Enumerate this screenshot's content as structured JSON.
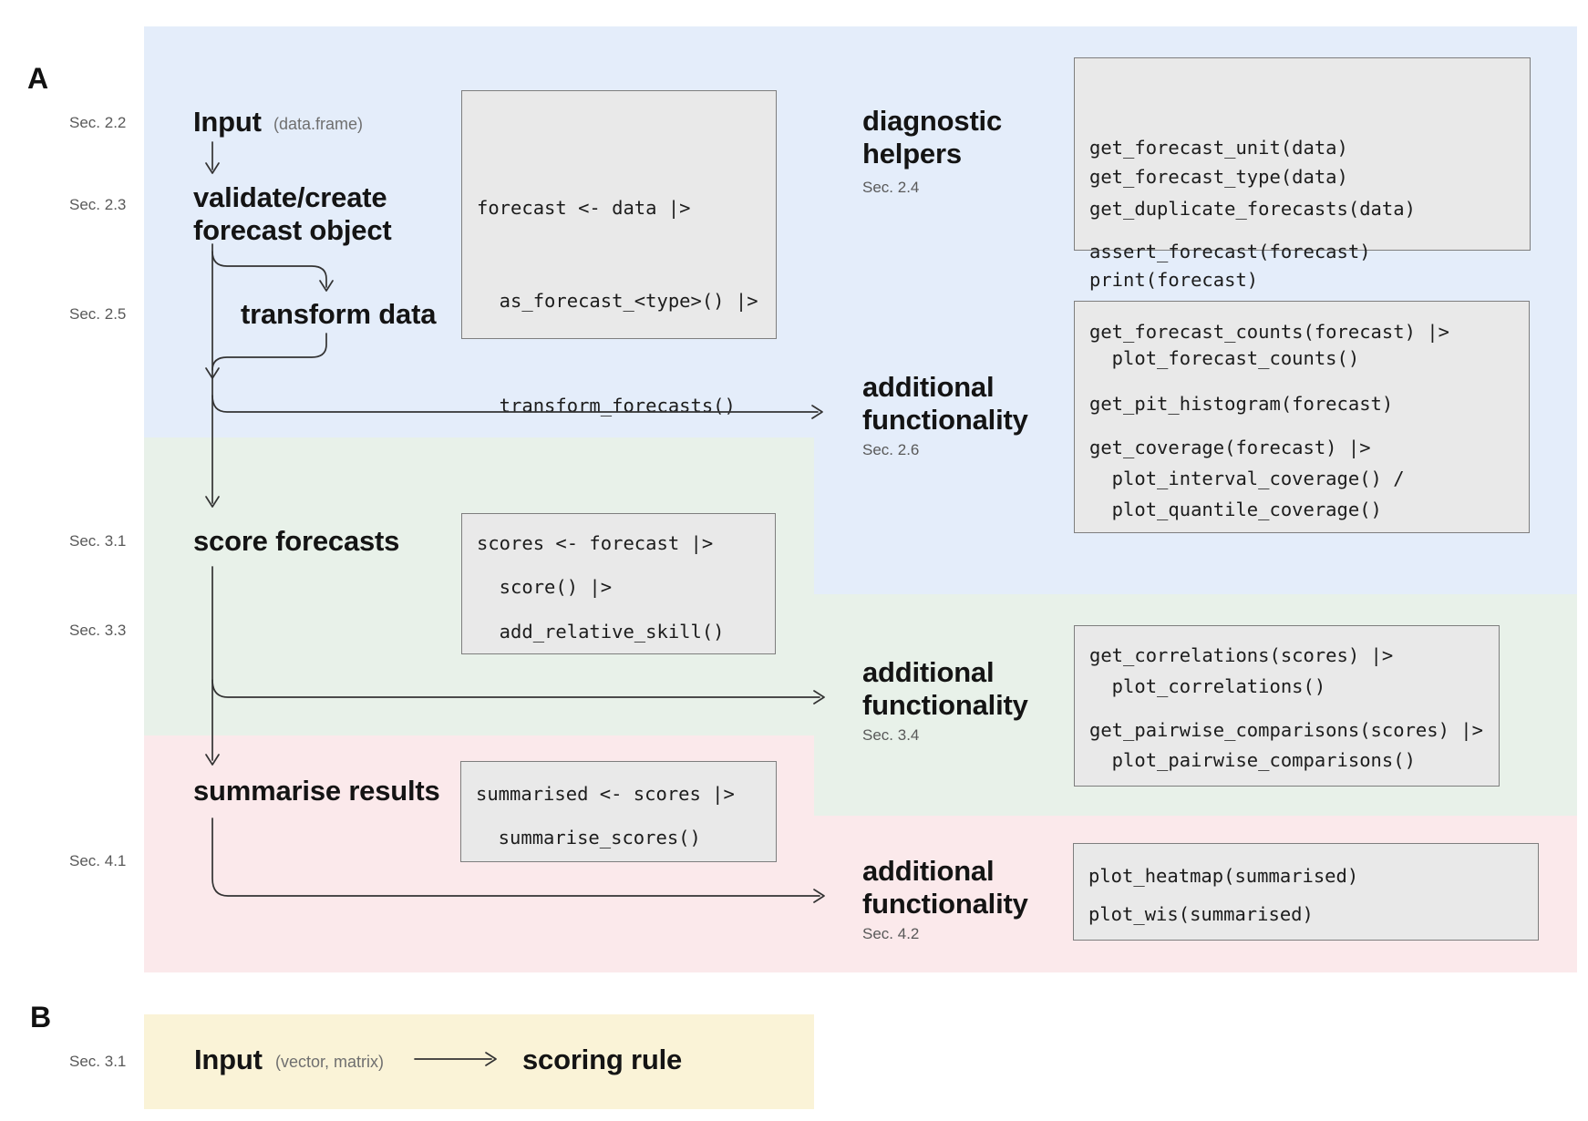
{
  "colors": {
    "band_blue": "#e4edfa",
    "band_green": "#e8f1e9",
    "band_pink": "#fbe9eb",
    "band_yellow": "#faf3d7",
    "code_box_bg": "#e9e9e9",
    "code_box_border": "#7e7e7e",
    "arrow": "#333333",
    "heading_text": "#141414",
    "section_label": "#595959",
    "annotation_gray": "#6f6f6f"
  },
  "panel_a": {
    "label": "A",
    "section_labels": {
      "s22": "Sec. 2.2",
      "s23": "Sec. 2.3",
      "s25": "Sec. 2.5",
      "s31": "Sec. 3.1",
      "s33": "Sec. 3.3",
      "s41": "Sec. 4.1"
    },
    "steps": {
      "input_title": "Input",
      "input_annotation": "(data.frame)",
      "validate": "validate/create\nforecast object",
      "transform": "transform data",
      "score": "score forecasts",
      "summarise": "summarise results"
    },
    "right_headings": {
      "diagnostic": {
        "title": "diagnostic\nhelpers",
        "sec": "Sec. 2.4"
      },
      "addfunc_blue": {
        "title": "additional\nfunctionality",
        "sec": "Sec. 2.6"
      },
      "addfunc_green": {
        "title": "additional\nfunctionality",
        "sec": "Sec. 3.4"
      },
      "addfunc_pink": {
        "title": "additional\nfunctionality",
        "sec": "Sec. 4.2"
      }
    },
    "code": {
      "forecast_pipeline": [
        "forecast <- data |>",
        "  as_forecast_<type>() |>",
        "  transform_forecasts()"
      ],
      "diagnostic_helpers": [
        "get_forecast_unit(data)",
        "get_forecast_type(data)",
        "get_duplicate_forecasts(data)",
        "assert_forecast(forecast)",
        "print(forecast)"
      ],
      "additional_blue": [
        "get_forecast_counts(forecast) |>",
        "  plot_forecast_counts()",
        "get_pit_histogram(forecast)",
        "get_coverage(forecast) |>",
        "  plot_interval_coverage() /",
        "  plot_quantile_coverage()"
      ],
      "score_pipeline": [
        "scores <- forecast |>",
        "  score() |>",
        "  add_relative_skill()"
      ],
      "additional_green": [
        "get_correlations(scores) |>",
        "  plot_correlations()",
        "get_pairwise_comparisons(scores) |>",
        "  plot_pairwise_comparisons()"
      ],
      "summarise_pipeline": [
        "summarised <- scores |>",
        "  summarise_scores()"
      ],
      "additional_pink": [
        "plot_heatmap(summarised)",
        "plot_wis(summarised)"
      ]
    }
  },
  "panel_b": {
    "label": "B",
    "section_label": "Sec. 3.1",
    "input_title": "Input",
    "input_annotation": "(vector, matrix)",
    "target": "scoring rule"
  }
}
